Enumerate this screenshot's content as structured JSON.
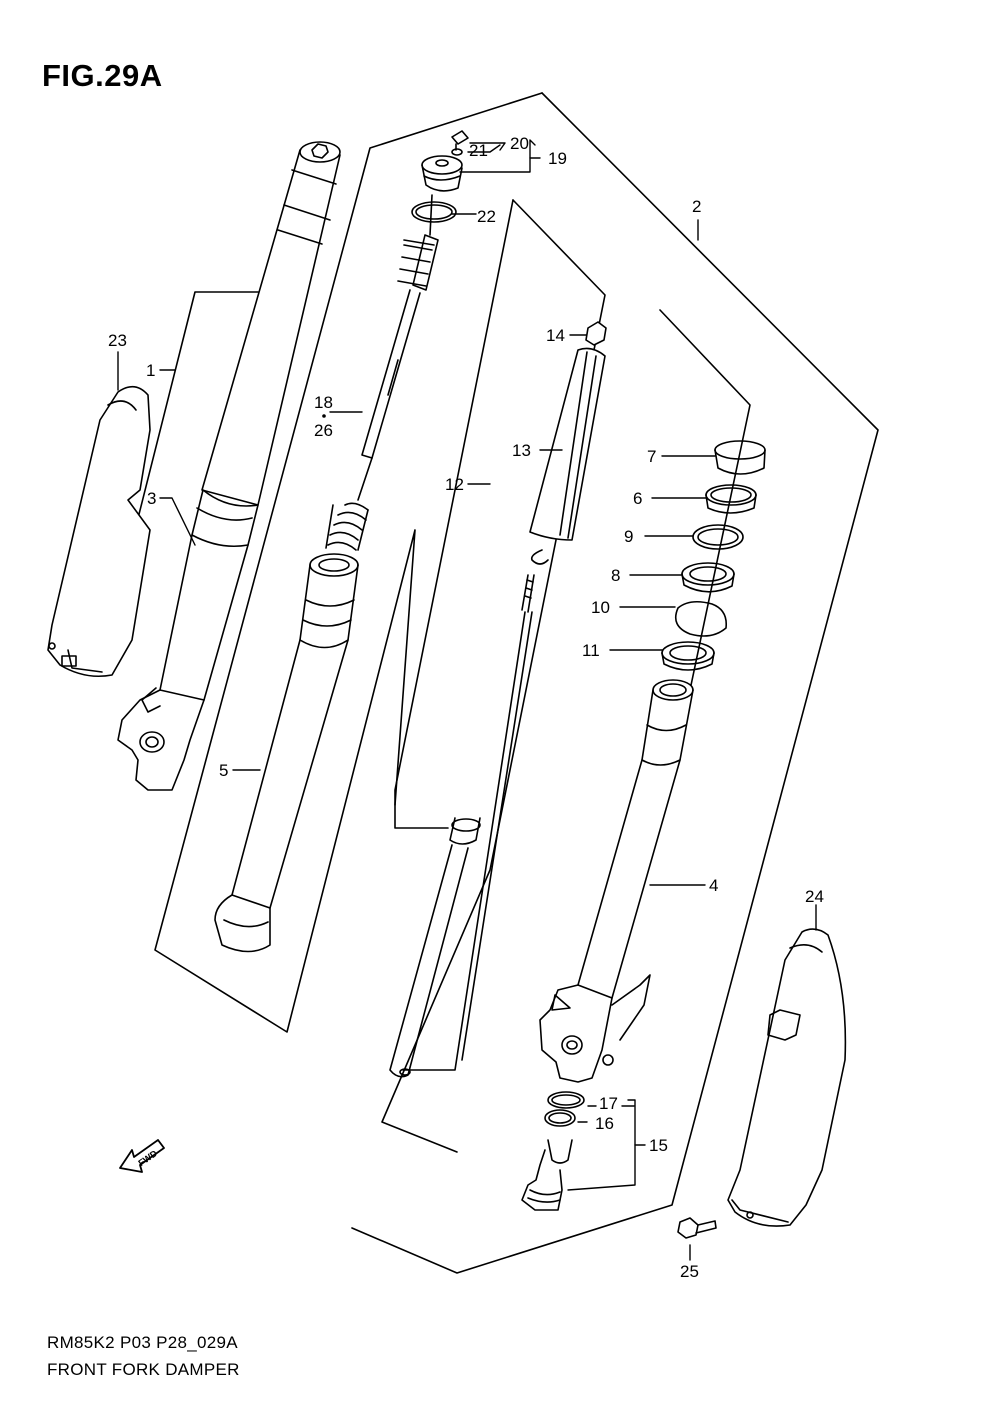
{
  "figure": {
    "title": "FIG.29A",
    "code": "RM85K2 P03 P28_029A",
    "name": "FRONT FORK DAMPER"
  },
  "direction_marker": {
    "label": "FWD",
    "icon": "forward-arrow-icon"
  },
  "callouts": [
    {
      "id": "p1",
      "label": "1"
    },
    {
      "id": "p2",
      "label": "2"
    },
    {
      "id": "p3",
      "label": "3"
    },
    {
      "id": "p4",
      "label": "4"
    },
    {
      "id": "p5",
      "label": "5"
    },
    {
      "id": "p6",
      "label": "6"
    },
    {
      "id": "p7",
      "label": "7"
    },
    {
      "id": "p8",
      "label": "8"
    },
    {
      "id": "p9",
      "label": "9"
    },
    {
      "id": "p10",
      "label": "10"
    },
    {
      "id": "p11",
      "label": "11"
    },
    {
      "id": "p12",
      "label": "12"
    },
    {
      "id": "p13",
      "label": "13"
    },
    {
      "id": "p14",
      "label": "14"
    },
    {
      "id": "p15",
      "label": "15"
    },
    {
      "id": "p16",
      "label": "16"
    },
    {
      "id": "p17",
      "label": "17"
    },
    {
      "id": "p18",
      "label": "18"
    },
    {
      "id": "p19",
      "label": "19"
    },
    {
      "id": "p20",
      "label": "20"
    },
    {
      "id": "p21",
      "label": "21"
    },
    {
      "id": "p22",
      "label": "22"
    },
    {
      "id": "p23",
      "label": "23"
    },
    {
      "id": "p24",
      "label": "24"
    },
    {
      "id": "p25",
      "label": "25"
    },
    {
      "id": "p26",
      "label": "26"
    }
  ]
}
